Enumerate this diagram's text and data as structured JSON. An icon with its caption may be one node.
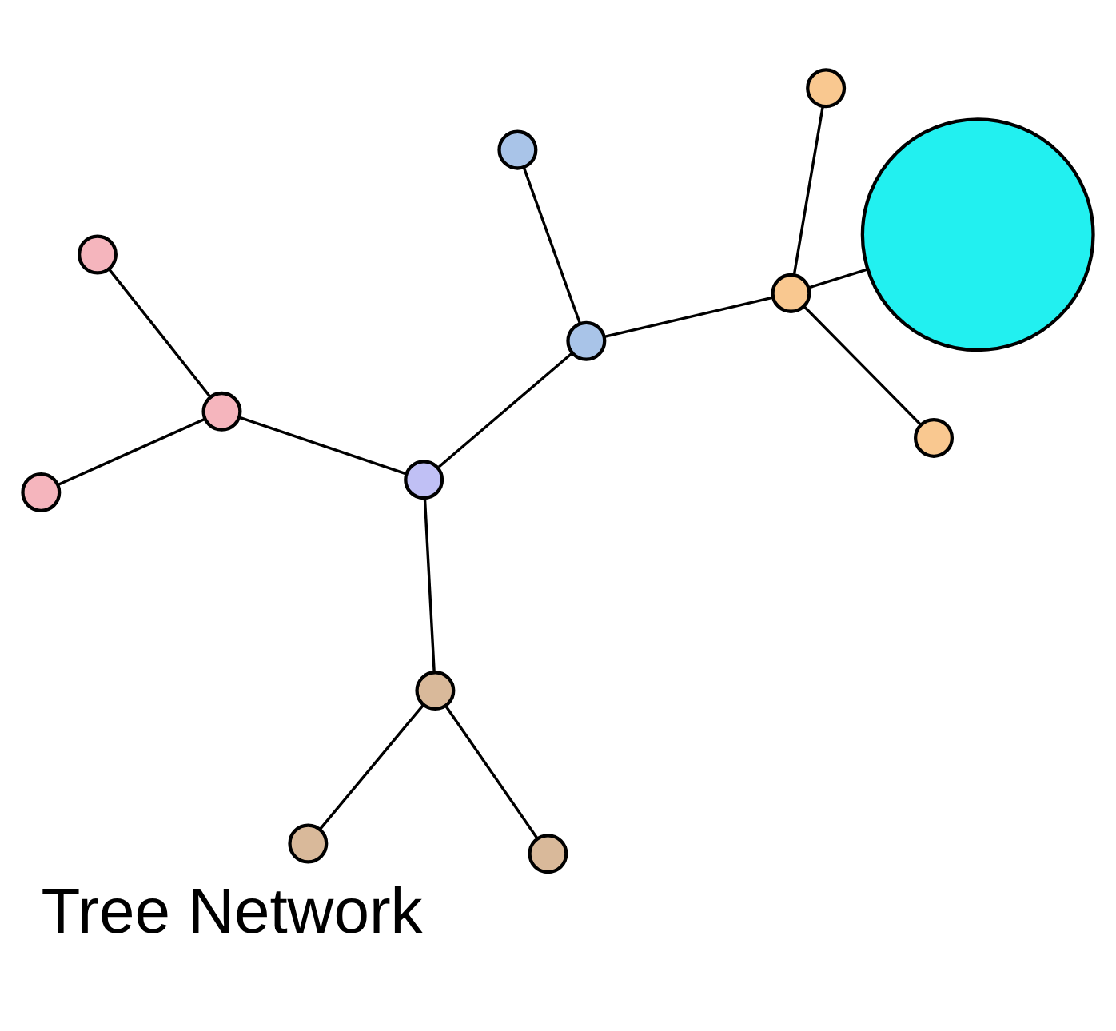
{
  "diagram": {
    "title": "Tree Network",
    "nodes": [
      {
        "text": [],
        "shape": "circle"
      },
      {
        "text": [],
        "shape": "circle"
      },
      {
        "text": [],
        "shape": "circle"
      },
      {
        "text": [],
        "shape": "circle"
      },
      {
        "text": [],
        "shape": "circle"
      },
      {
        "text": [],
        "shape": "circle"
      },
      {
        "text": [],
        "shape": "circle"
      },
      {
        "text": [],
        "shape": "circle"
      },
      {
        "text": [],
        "shape": "circle"
      },
      {
        "text": [],
        "shape": "circle"
      },
      {
        "text": [],
        "shape": "circle"
      },
      {
        "text": [],
        "shape": "circle"
      },
      {
        "text": [],
        "shape": "circle"
      }
    ],
    "edges": [
      {
        "from": 0,
        "to": 2,
        "arrow": "none"
      },
      {
        "from": 1,
        "to": 2,
        "arrow": "none"
      },
      {
        "from": 2,
        "to": 5,
        "arrow": "none"
      },
      {
        "from": 4,
        "to": 6,
        "arrow": "none"
      },
      {
        "from": 8,
        "to": 6,
        "arrow": "none"
      },
      {
        "from": 6,
        "to": 5,
        "arrow": "none"
      },
      {
        "from": 5,
        "to": 7,
        "arrow": "none"
      },
      {
        "from": 3,
        "to": 7,
        "arrow": "none"
      },
      {
        "from": 7,
        "to": 10,
        "arrow": "none"
      },
      {
        "from": 9,
        "to": 10,
        "arrow": "none"
      },
      {
        "from": 11,
        "to": 10,
        "arrow": "none"
      },
      {
        "from": 10,
        "to": 12,
        "arrow": "none"
      }
    ]
  }
}
